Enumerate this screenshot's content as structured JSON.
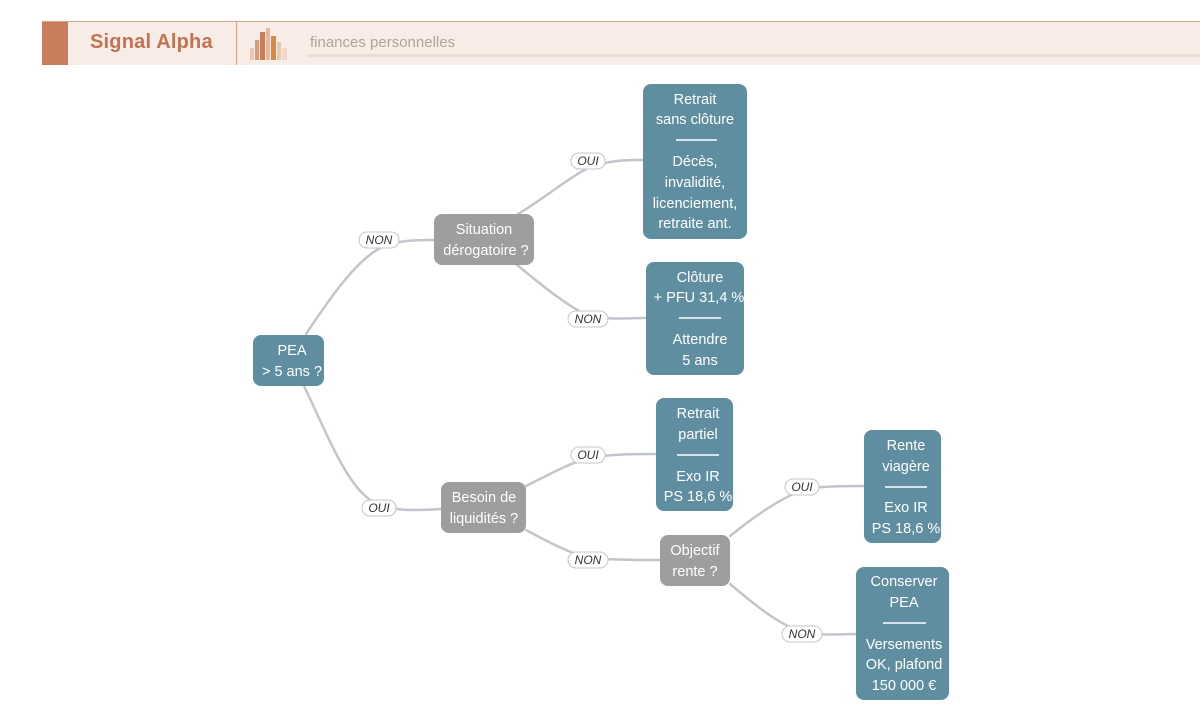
{
  "header": {
    "brand": "Signal Alpha",
    "subtitle": "finances personnelles"
  },
  "colors": {
    "result": "#5f8ea0",
    "question": "#9e9e9e",
    "root": "#5f8ea0",
    "edge": "#c2c5cb",
    "accent": "#c97d5c"
  },
  "nodes": {
    "root": {
      "lines": [
        "PEA",
        "> 5 ans ?"
      ]
    },
    "q_derog": {
      "lines": [
        "Situation",
        "dérogatoire ?"
      ]
    },
    "q_besoin": {
      "lines": [
        "Besoin de",
        "liquidités ?"
      ]
    },
    "q_rente": {
      "lines": [
        "Objectif",
        "rente ?"
      ]
    },
    "r_retrait": {
      "title": [
        "Retrait",
        "sans clôture"
      ],
      "detail": [
        "Décès,",
        "invalidité,",
        "licenciement,",
        "retraite ant."
      ]
    },
    "r_cloture": {
      "title": [
        "Clôture",
        "+ PFU 31,4 %"
      ],
      "detail": [
        "Attendre",
        "5 ans"
      ]
    },
    "r_partiel": {
      "title": [
        "Retrait",
        "partiel"
      ],
      "detail": [
        "Exo IR",
        "PS 18,6 %"
      ]
    },
    "r_rente": {
      "title": [
        "Rente",
        "viagère"
      ],
      "detail": [
        "Exo IR",
        "PS 18,6 %"
      ]
    },
    "r_conserver": {
      "title": [
        "Conserver",
        "PEA"
      ],
      "detail": [
        "Versements",
        "OK, plafond",
        "150 000 €"
      ]
    }
  },
  "edges": {
    "root_derog": "NON",
    "root_besoin": "OUI",
    "derog_retrait": "OUI",
    "derog_cloture": "NON",
    "besoin_partiel": "OUI",
    "besoin_rente": "NON",
    "rente_viagere": "OUI",
    "rente_conserver": "NON"
  }
}
